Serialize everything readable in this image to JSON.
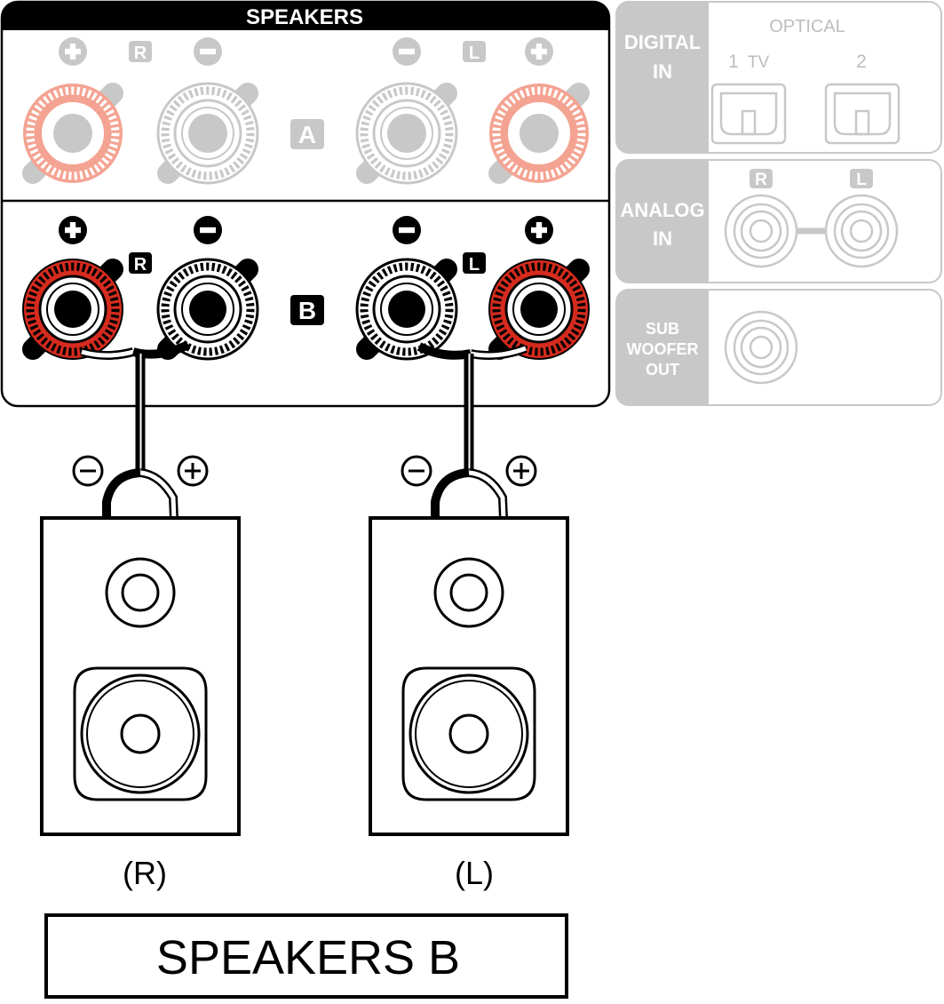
{
  "speakers_panel": {
    "title": "SPEAKERS",
    "row_a": {
      "label": "A",
      "channel_r": "R",
      "channel_l": "L"
    },
    "row_b": {
      "label": "B",
      "channel_r": "R",
      "channel_l": "L"
    }
  },
  "digital_in": {
    "label_line1": "DIGITAL",
    "label_line2": "IN",
    "group_label": "OPTICAL",
    "port1_number": "1",
    "port1_name": "TV",
    "port2_number": "2"
  },
  "analog_in": {
    "label_line1": "ANALOG",
    "label_line2": "IN",
    "channel_r": "R",
    "channel_l": "L"
  },
  "subwoofer_out": {
    "label_line1": "SUB",
    "label_line2": "WOOFER",
    "label_line3": "OUT"
  },
  "speakers": {
    "right_label": "(R)",
    "left_label": "(L)"
  },
  "caption": "SPEAKERS B",
  "colors": {
    "ink": "#000000",
    "faded": "#c8c8c8",
    "faded_text": "#bdbdbd",
    "red": "#d52b1e",
    "faded_red": "#f0a090"
  }
}
